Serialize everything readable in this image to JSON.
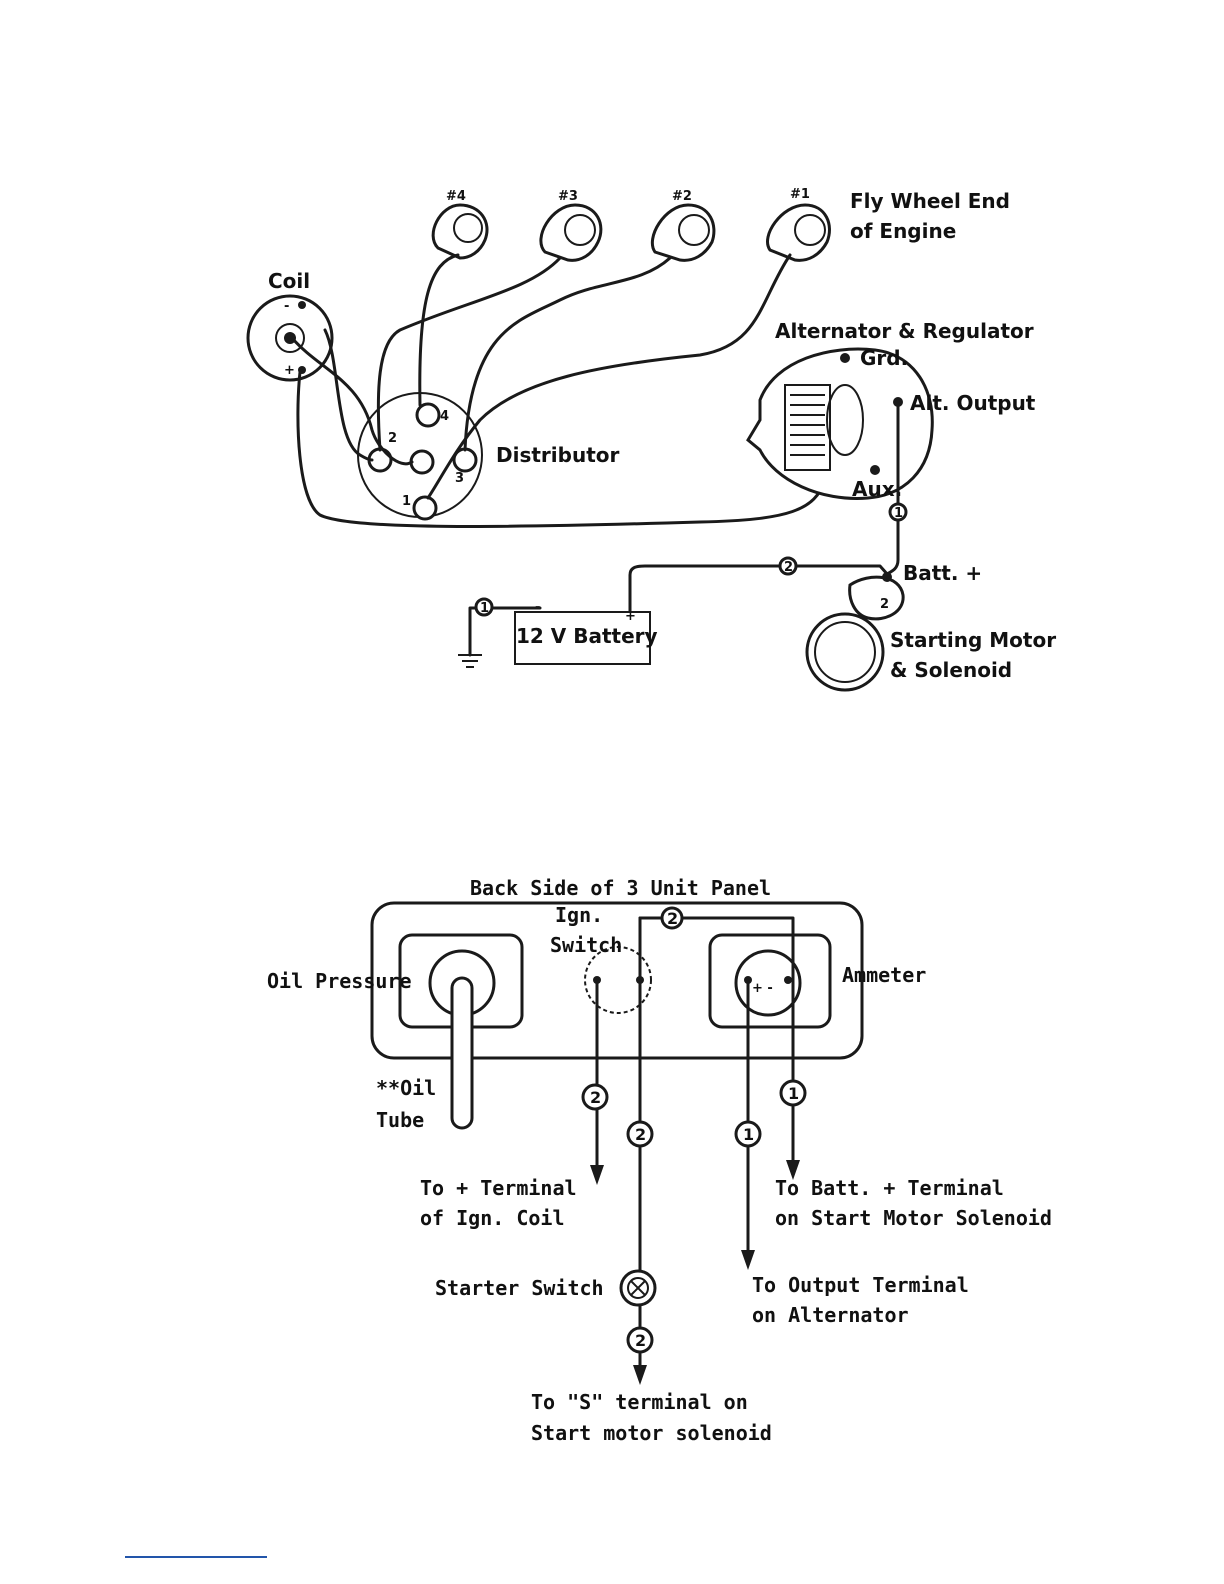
{
  "engine_diagram": {
    "flywheel_label": [
      "Fly Wheel End",
      "of Engine"
    ],
    "plug_tags": [
      "#4",
      "#3",
      "#2",
      "#1"
    ],
    "coil_label": "Coil",
    "coil_minus": "-",
    "coil_plus": "+",
    "distributor_label": "Distributor",
    "distributor_terminals": [
      "1",
      "2",
      "3",
      "4"
    ],
    "alternator_label": "Alternator & Regulator",
    "grd_label": "Grd.",
    "alt_output_label": "Alt. Output",
    "aux_label": "Aux.",
    "batt_plus_label": "Batt. +",
    "battery_label": "12 V Battery",
    "battery_minus": "-",
    "battery_plus": "+",
    "starter_label": [
      "Starting Motor",
      "& Solenoid"
    ],
    "wire_tags": [
      "1",
      "2",
      "2",
      "1"
    ]
  },
  "panel_diagram": {
    "panel_title": "Back Side of 3 Unit Panel",
    "ign_switch_label": [
      "Ign.",
      "Switch"
    ],
    "oil_pressure_label": "Oil Pressure",
    "ammeter_label": "Ammeter",
    "ammeter_signs": "+ -",
    "oil_tube_label": [
      "**Oil",
      "Tube"
    ],
    "to_coil_label": [
      "To + Terminal",
      "of Ign. Coil"
    ],
    "to_batt_label": [
      "To Batt. + Terminal",
      "on Start Motor Solenoid"
    ],
    "starter_switch_label": "Starter Switch",
    "to_output_label": [
      "To Output Terminal",
      "on Alternator"
    ],
    "to_s_label": [
      "To \"S\" terminal on",
      "Start motor solenoid"
    ],
    "wire_tags": [
      "2",
      "2",
      "2",
      "2",
      "1",
      "1"
    ]
  }
}
